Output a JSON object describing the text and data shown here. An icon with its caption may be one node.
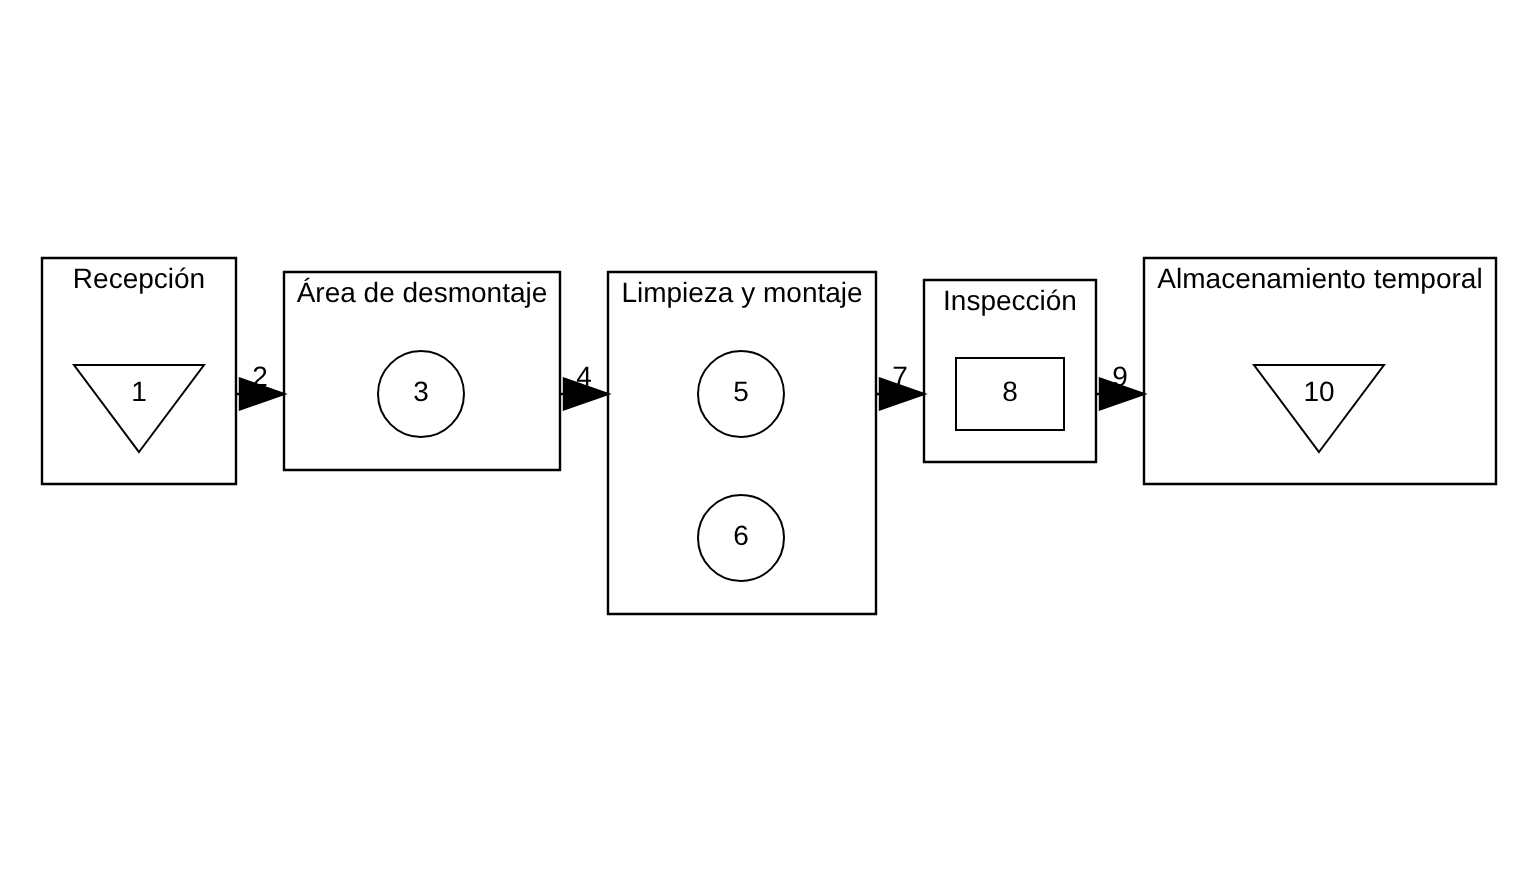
{
  "diagram": {
    "nodes": [
      {
        "text": [
          "Recepción"
        ]
      },
      {
        "text": [
          "1"
        ],
        "in": 0
      },
      {
        "text": [
          "Área de desmontaje"
        ]
      },
      {
        "text": [
          "3"
        ],
        "in": 2
      },
      {
        "text": [
          "Limpieza y montaje"
        ]
      },
      {
        "text": [
          "5"
        ],
        "in": 4
      },
      {
        "text": [
          "6"
        ],
        "in": 4
      },
      {
        "text": [
          "Inspección"
        ]
      },
      {
        "text": [
          "8"
        ],
        "in": 7
      },
      {
        "text": [
          "Almacenamiento temporal"
        ]
      },
      {
        "text": [
          "10"
        ],
        "in": 9
      }
    ],
    "edges": [
      {
        "from": 0,
        "to": 2,
        "arrow": "to",
        "label": "2"
      },
      {
        "from": 2,
        "to": 4,
        "arrow": "to",
        "label": "4"
      },
      {
        "from": 4,
        "to": 7,
        "arrow": "to",
        "label": "7"
      },
      {
        "from": 7,
        "to": 9,
        "arrow": "to",
        "label": "9"
      }
    ]
  }
}
